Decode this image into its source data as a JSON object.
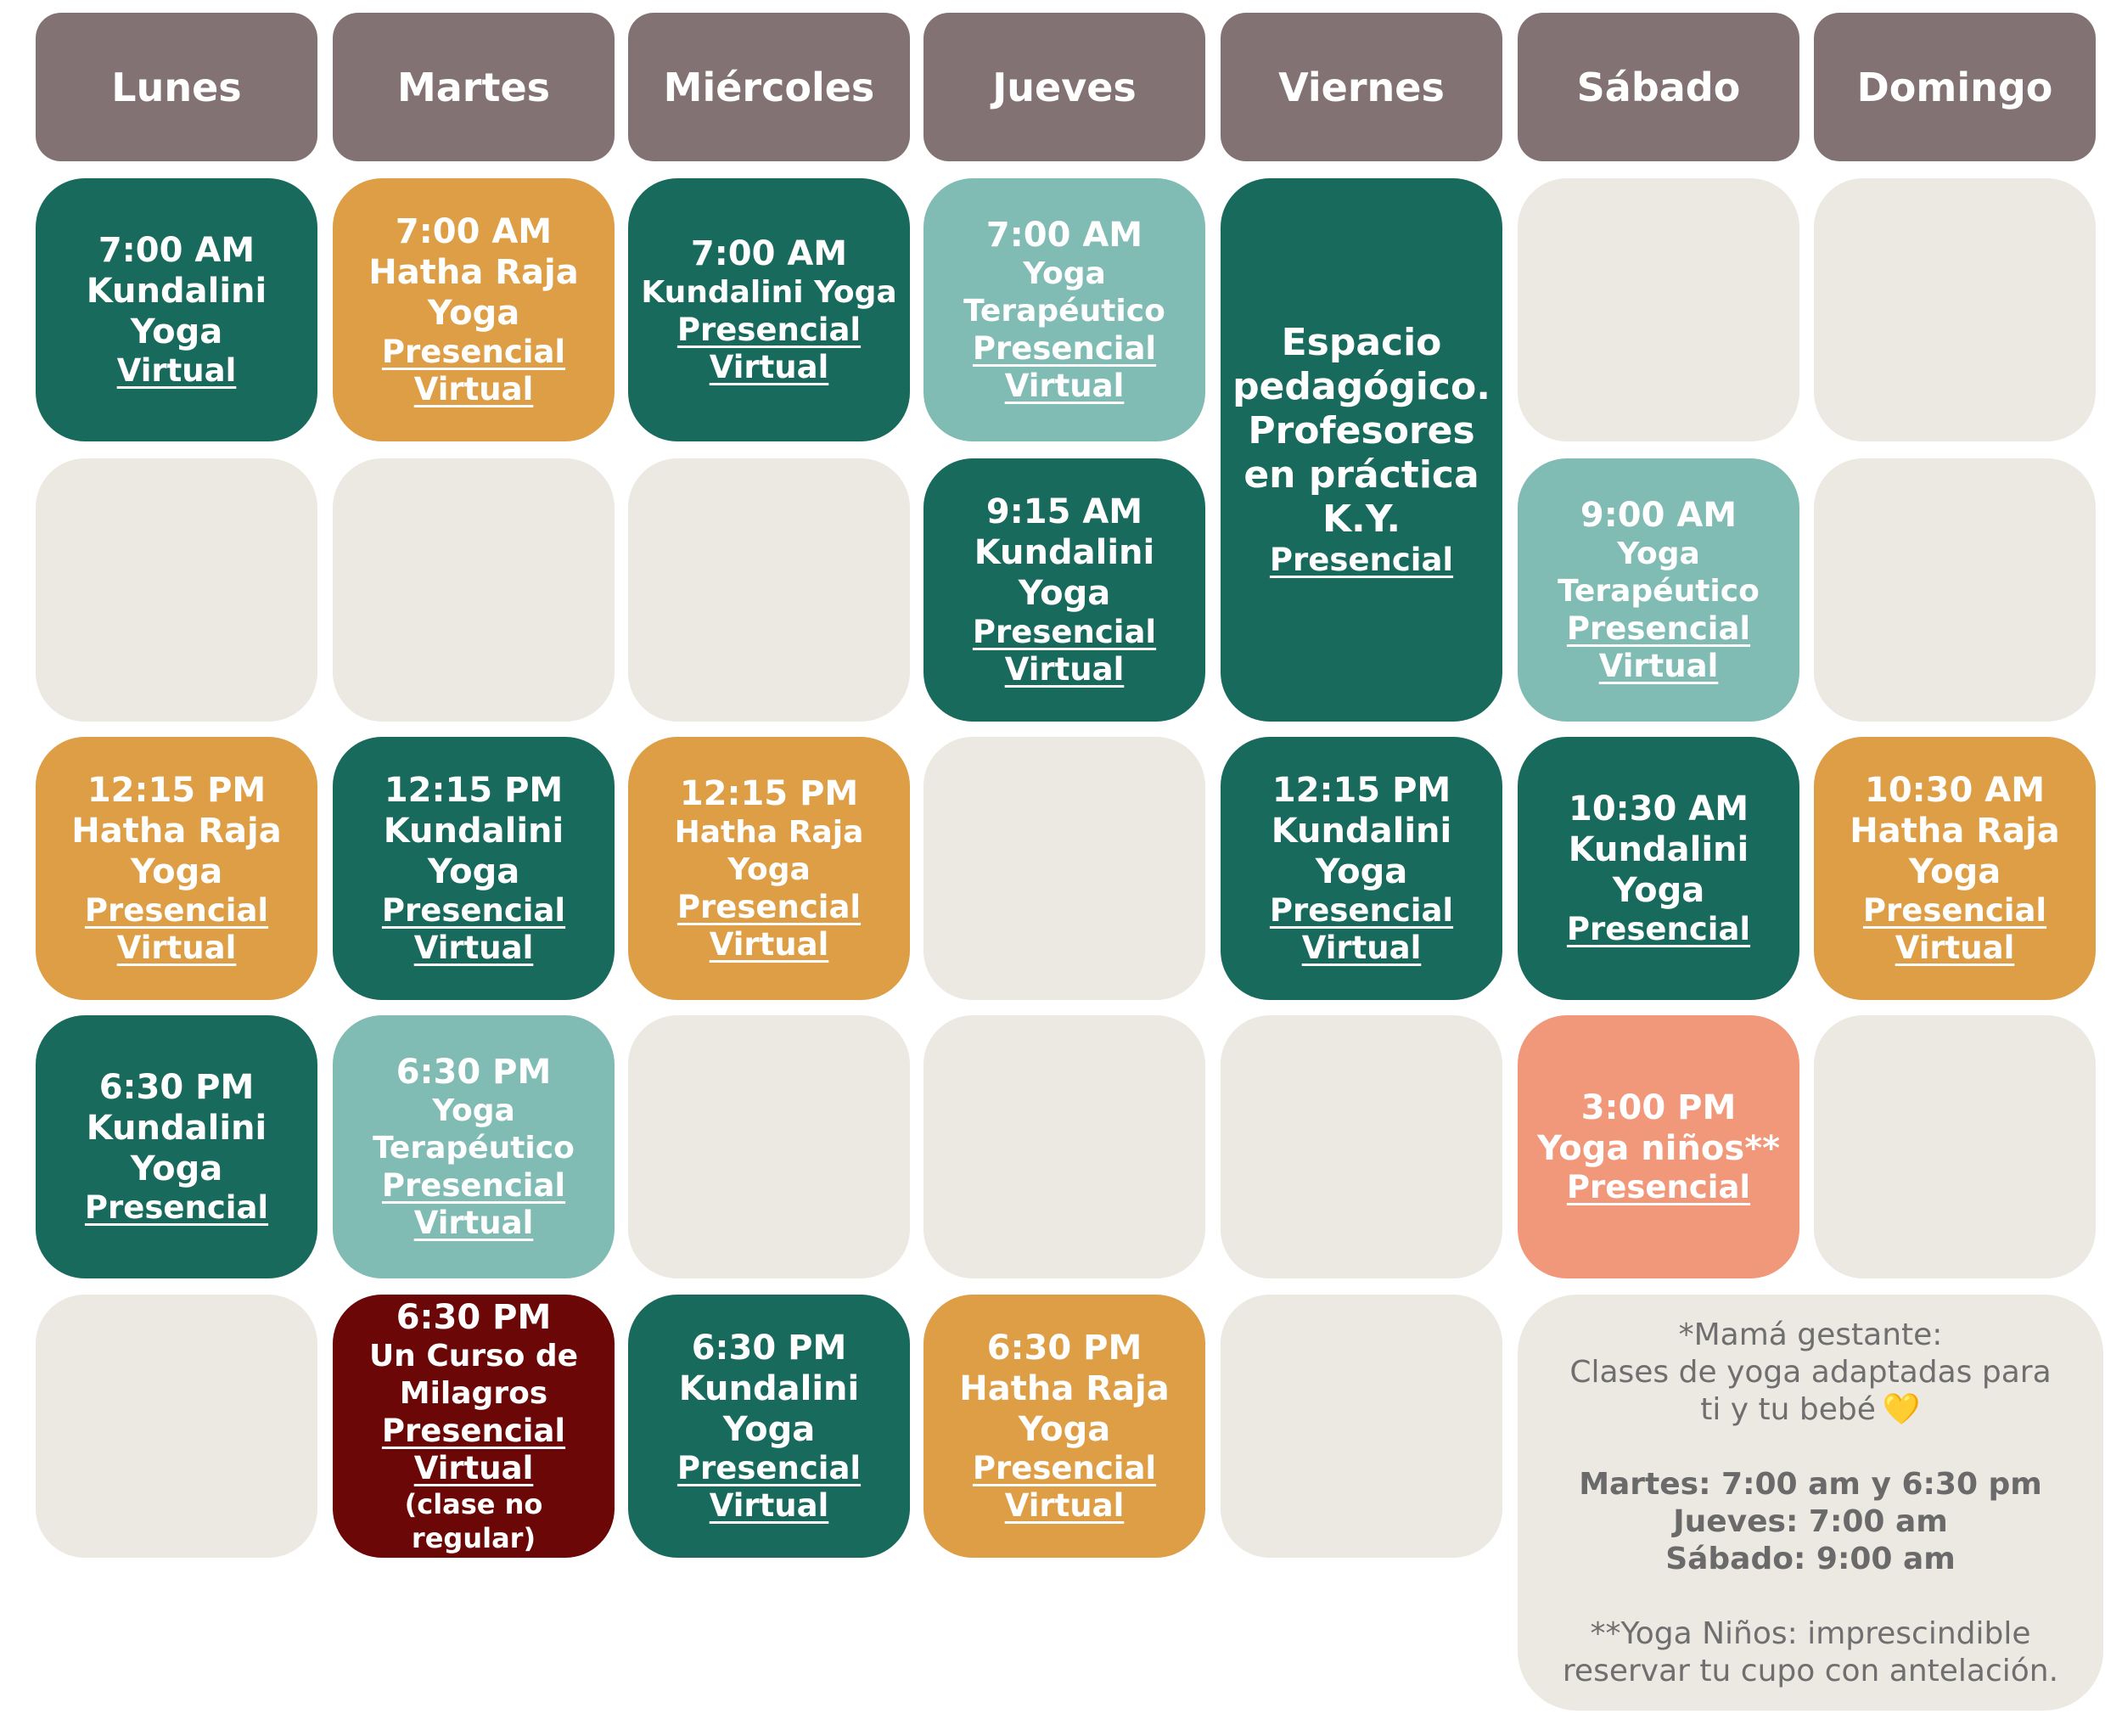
{
  "days": [
    "Lunes",
    "Martes",
    "Miércoles",
    "Jueves",
    "Viernes",
    "Sábado",
    "Domingo"
  ],
  "colors": {
    "header": "#837273",
    "empty": "#ece8e2",
    "green": "#186a5c",
    "orange": "#dd9e45",
    "teal": "#80bcb4",
    "red": "#6c0707",
    "coral": "#f1987b"
  },
  "schedule": [
    [
      {
        "color": "green",
        "time": "7:00 AM",
        "title": [
          "Kundalini",
          "Yoga"
        ],
        "links": [
          "Virtual"
        ]
      },
      null,
      {
        "color": "orange",
        "time": "12:15 PM",
        "title": [
          "Hatha Raja",
          "Yoga"
        ],
        "links": [
          "Presencial",
          "Virtual"
        ]
      },
      {
        "color": "green",
        "time": "6:30 PM",
        "title": [
          "Kundalini",
          "Yoga"
        ],
        "links": [
          "Presencial"
        ]
      },
      null
    ],
    [
      {
        "color": "orange",
        "time": "7:00 AM",
        "title": [
          "Hatha Raja",
          "Yoga"
        ],
        "links": [
          "Presencial",
          "Virtual"
        ]
      },
      null,
      {
        "color": "green",
        "time": "12:15 PM",
        "title": [
          "Kundalini",
          "Yoga"
        ],
        "links": [
          "Presencial",
          "Virtual"
        ]
      },
      {
        "color": "teal",
        "time": "6:30 PM",
        "title": [
          "Yoga",
          "Terapéutico"
        ],
        "links": [
          "Presencial",
          "Virtual"
        ]
      },
      {
        "color": "red",
        "time": "6:30 PM",
        "title": [
          "Un Curso de",
          "Milagros"
        ],
        "links": [
          "Presencial",
          "Virtual"
        ],
        "note": "(clase no regular)"
      }
    ],
    [
      {
        "color": "green",
        "time": "7:00 AM",
        "title": [
          "Kundalini Yoga"
        ],
        "links": [
          "Presencial",
          "Virtual"
        ]
      },
      null,
      {
        "color": "orange",
        "time": "12:15 PM",
        "title": [
          "Hatha Raja",
          "Yoga"
        ],
        "links": [
          "Presencial",
          "Virtual"
        ]
      },
      null,
      {
        "color": "green",
        "time": "6:30 PM",
        "title": [
          "Kundalini",
          "Yoga"
        ],
        "links": [
          "Presencial",
          "Virtual"
        ]
      }
    ],
    [
      {
        "color": "teal",
        "time": "7:00 AM",
        "title": [
          "Yoga",
          "Terapéutico"
        ],
        "links": [
          "Presencial",
          "Virtual"
        ]
      },
      {
        "color": "green",
        "time": "9:15 AM",
        "title": [
          "Kundalini",
          "Yoga"
        ],
        "links": [
          "Presencial",
          "Virtual"
        ]
      },
      null,
      null,
      {
        "color": "orange",
        "time": "6:30 PM",
        "title": [
          "Hatha Raja",
          "Yoga"
        ],
        "links": [
          "Presencial",
          "Virtual"
        ]
      }
    ],
    [
      {
        "color": "green",
        "span": 2,
        "time": "",
        "title": [
          "Espacio",
          "pedagógico.",
          "Profesores",
          "en práctica",
          "K.Y."
        ],
        "links": [
          "Presencial"
        ]
      },
      "skip",
      {
        "color": "green",
        "time": "12:15 PM",
        "title": [
          "Kundalini",
          "Yoga"
        ],
        "links": [
          "Presencial",
          "Virtual"
        ]
      },
      null,
      null
    ],
    [
      null,
      {
        "color": "teal",
        "time": "9:00 AM",
        "title": [
          "Yoga",
          "Terapéutico"
        ],
        "links": [
          "Presencial",
          "Virtual"
        ]
      },
      {
        "color": "green",
        "time": "10:30 AM",
        "title": [
          "Kundalini",
          "Yoga"
        ],
        "links": [
          "Presencial"
        ]
      },
      {
        "color": "coral",
        "time": "3:00 PM",
        "title": [
          "Yoga niños**"
        ],
        "links": [
          "Presencial"
        ]
      },
      "info"
    ],
    [
      null,
      null,
      {
        "color": "orange",
        "time": "10:30 AM",
        "title": [
          "Hatha Raja",
          "Yoga"
        ],
        "links": [
          "Presencial",
          "Virtual"
        ]
      },
      null,
      "info"
    ]
  ],
  "info": {
    "line1": "*Mamá gestante:",
    "line2": "Clases de yoga adaptadas para",
    "line3": "ti y tu bebé",
    "heart": "💛",
    "sched1": "Martes: 7:00 am y 6:30 pm",
    "sched2": "Jueves: 7:00 am",
    "sched3": "Sábado: 9:00 am",
    "foot1": "**Yoga Niños: imprescindible",
    "foot2": "reservar tu cupo con antelación."
  }
}
